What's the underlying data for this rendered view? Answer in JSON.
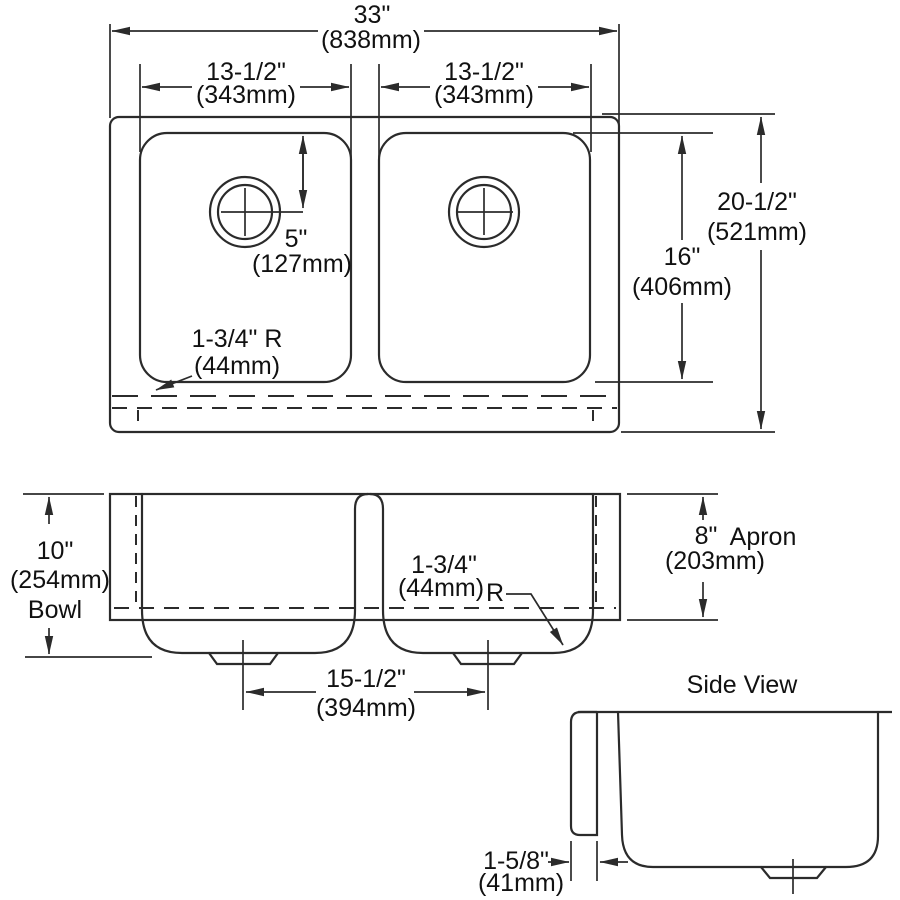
{
  "colors": {
    "line": "#2b2b2b",
    "text": "#111111",
    "background": "#ffffff"
  },
  "drawing": {
    "top_view": {
      "overall_width": {
        "in": "33\"",
        "mm": "(838mm)"
      },
      "left_bowl_width": {
        "in": "13-1/2\"",
        "mm": "(343mm)"
      },
      "right_bowl_width": {
        "in": "13-1/2\"",
        "mm": "(343mm)"
      },
      "drain_offset": {
        "in": "5\"",
        "mm": "(127mm)"
      },
      "corner_radius": {
        "in": "1-3/4\" R",
        "mm": "(44mm)"
      },
      "bowl_front_to_back": {
        "in": "16\"",
        "mm": "(406mm)"
      },
      "overall_front_to_back": {
        "in": "20-1/2\"",
        "mm": "(521mm)"
      }
    },
    "front_view": {
      "bowl_depth": {
        "in": "10\"",
        "mm": "(254mm)",
        "label": "Bowl"
      },
      "bottom_radius": {
        "in": "1-3/4\"",
        "mm": "(44mm)",
        "r": "R"
      },
      "drain_centers": {
        "in": "15-1/2\"",
        "mm": "(394mm)"
      },
      "apron_height": {
        "in": "8\"",
        "label": "Apron",
        "mm": "(203mm)"
      }
    },
    "side_view": {
      "title": "Side View",
      "apron_thickness": {
        "in": "1-5/8\"",
        "mm": "(41mm)"
      }
    }
  }
}
